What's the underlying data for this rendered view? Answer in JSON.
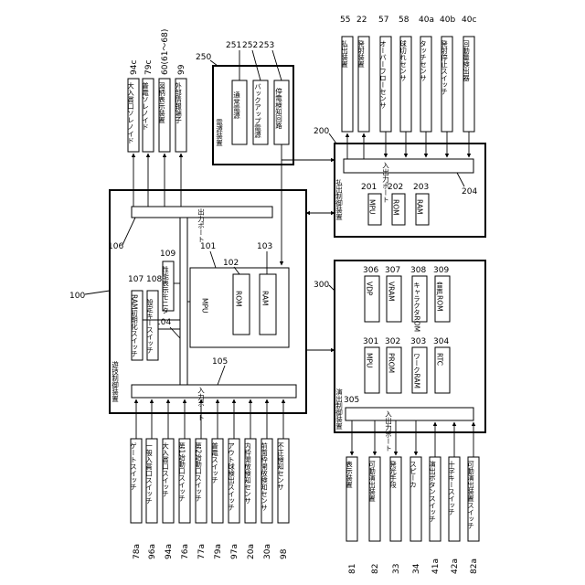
{
  "pg": {
    "game_controller": "遊技制御装置",
    "game_ctrl_no": "100",
    "game_out_port": "出力ポート",
    "game_out_port_no": "106",
    "game_in_port": "入力ポート",
    "game_in_port_no": "105",
    "mpu": "MPU",
    "mpu_no": "101",
    "rom": "ROM",
    "rom_no": "102",
    "ram": "RAM",
    "ram_no": "103",
    "bus_no": "104",
    "ram_clear_switch": "RAM初期化スイッチ",
    "ram_clear_no": "107",
    "setting_key_switch": "設定キースイッチ",
    "setting_key_no": "108",
    "perf_monitor": "性能表示モニタ",
    "perf_monitor_no": "109",
    "power_device": "電源装置",
    "power_device_no": "250",
    "normal_power": "通常電源",
    "normal_power_no": "251",
    "backup_power": "バックアップ電源",
    "backup_power_no": "252",
    "power_fail_circuit": "停電検知回路",
    "power_fail_no": "253",
    "payout_controller": "払出制御装置",
    "payout_ctrl_no": "200",
    "payout_io_port": "入出力ポート",
    "payout_io_no": "204",
    "payout_mpu": "MPU",
    "payout_mpu_no": "201",
    "payout_rom": "ROM",
    "payout_rom_no": "202",
    "payout_ram": "RAM",
    "payout_ram_no": "203",
    "effect_controller": "演出制御装置",
    "effect_ctrl_no": "300",
    "effect_io_port": "入出力ポート",
    "effect_io_no": "305",
    "e_mpu": "MPU",
    "e_mpu_no": "301",
    "e_prom": "PROM",
    "e_prom_no": "302",
    "e_work_ram": "ワークRAM",
    "e_work_ram_no": "303",
    "e_rtc": "RTC",
    "e_rtc_no": "304",
    "e_vdp": "VDP",
    "e_vdp_no": "306",
    "e_vram": "VRAM",
    "e_vram_no": "307",
    "e_char_rom": "キャラクタROM",
    "e_char_rom_no": "308",
    "e_sound_rom": "音声ROM",
    "e_sound_rom_no": "309",
    "top_outputs": [
      {
        "label": "大入賞口ソレノイド",
        "num": "94c"
      },
      {
        "label": "普電ソレノイド",
        "num": "79c"
      },
      {
        "label": "図柄表示装置",
        "num": "60(61〜68)"
      },
      {
        "label": "外部情報端子",
        "num": "99"
      }
    ],
    "payout_outputs": [
      {
        "label": "払出装置",
        "num": "55"
      },
      {
        "label": "発射装置",
        "num": "22"
      },
      {
        "label": "オーバーフローセンサ",
        "num": "57"
      },
      {
        "label": "球切れセンサ",
        "num": "58"
      },
      {
        "label": "タッチセンサ",
        "num": "40a"
      },
      {
        "label": "発射停止スイッチ",
        "num": "40b"
      },
      {
        "label": "回動量検出器",
        "num": "40c"
      }
    ],
    "game_inputs": [
      {
        "label": "ゲートスイッチ",
        "num": "78a"
      },
      {
        "label": "一般入賞口スイッチ",
        "num": "96a"
      },
      {
        "label": "大入賞口スイッチ",
        "num": "94a"
      },
      {
        "label": "第1始動口スイッチ",
        "num": "76a"
      },
      {
        "label": "第2始動口スイッチ",
        "num": "77a"
      },
      {
        "label": "普電スイッチ",
        "num": "79a"
      },
      {
        "label": "アウト球検出スイッチ",
        "num": "97a"
      },
      {
        "label": "内枠開放検知センサ",
        "num": "20a"
      },
      {
        "label": "前面枠開放検知センサ",
        "num": "30a"
      },
      {
        "label": "不正検知センサ",
        "num": "98"
      }
    ],
    "effect_io": [
      {
        "label": "表示装置",
        "num": "81"
      },
      {
        "label": "可動演出装置",
        "num": "82"
      },
      {
        "label": "発光手段",
        "num": "33"
      },
      {
        "label": "スピーカ",
        "num": "34"
      },
      {
        "label": "演出ボタンスイッチ",
        "num": "41a"
      },
      {
        "label": "十字キースイッチ",
        "num": "42a"
      },
      {
        "label": "可動演出装置スイッチ",
        "num": "82a"
      }
    ]
  }
}
